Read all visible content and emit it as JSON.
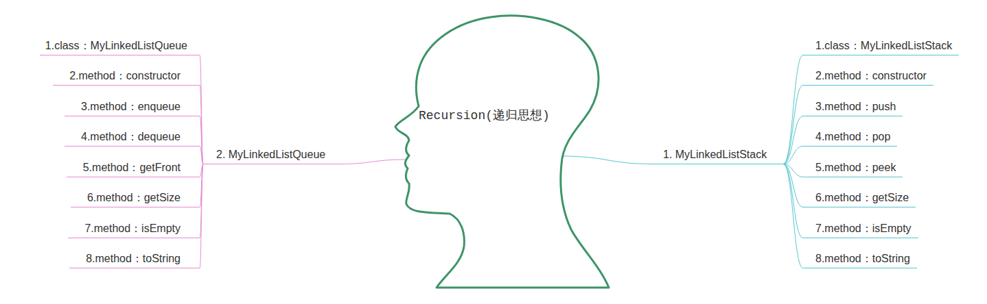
{
  "diagram": {
    "nodes": [
      {
        "text": [
          "Recursion(递归思想)"
        ]
      },
      {
        "text": [
          "1. MyLinkedListStack"
        ]
      },
      {
        "text": [
          "1.class：MyLinkedListStack"
        ]
      },
      {
        "text": [
          "2.method：constructor"
        ]
      },
      {
        "text": [
          "3.method：push"
        ]
      },
      {
        "text": [
          "4.method：pop"
        ]
      },
      {
        "text": [
          "5.method：peek"
        ]
      },
      {
        "text": [
          "6.method：getSize"
        ]
      },
      {
        "text": [
          "7.method：isEmpty"
        ]
      },
      {
        "text": [
          "8.method：toString"
        ]
      },
      {
        "text": [
          "2. MyLinkedListQueue"
        ]
      },
      {
        "text": [
          "1.class：MyLinkedListQueue"
        ]
      },
      {
        "text": [
          "2.method：constructor"
        ]
      },
      {
        "text": [
          "3.method：enqueue"
        ]
      },
      {
        "text": [
          "4.method：dequeue"
        ]
      },
      {
        "text": [
          "5.method：getFront"
        ]
      },
      {
        "text": [
          "6.method：getSize"
        ]
      },
      {
        "text": [
          "7.method：isEmpty"
        ]
      },
      {
        "text": [
          "8.method：toString"
        ]
      }
    ],
    "edges": [
      {
        "from": 0,
        "to": 1,
        "arrow": "none"
      },
      {
        "from": 1,
        "to": 2,
        "arrow": "none"
      },
      {
        "from": 1,
        "to": 3,
        "arrow": "none"
      },
      {
        "from": 1,
        "to": 4,
        "arrow": "none"
      },
      {
        "from": 1,
        "to": 5,
        "arrow": "none"
      },
      {
        "from": 1,
        "to": 6,
        "arrow": "none"
      },
      {
        "from": 1,
        "to": 7,
        "arrow": "none"
      },
      {
        "from": 1,
        "to": 8,
        "arrow": "none"
      },
      {
        "from": 1,
        "to": 9,
        "arrow": "none"
      },
      {
        "from": 0,
        "to": 10,
        "arrow": "none"
      },
      {
        "from": 10,
        "to": 11,
        "arrow": "none"
      },
      {
        "from": 10,
        "to": 12,
        "arrow": "none"
      },
      {
        "from": 10,
        "to": 13,
        "arrow": "none"
      },
      {
        "from": 10,
        "to": 14,
        "arrow": "none"
      },
      {
        "from": 10,
        "to": 15,
        "arrow": "none"
      },
      {
        "from": 10,
        "to": 16,
        "arrow": "none"
      },
      {
        "from": 10,
        "to": 17,
        "arrow": "none"
      },
      {
        "from": 10,
        "to": 18,
        "arrow": "none"
      }
    ]
  }
}
